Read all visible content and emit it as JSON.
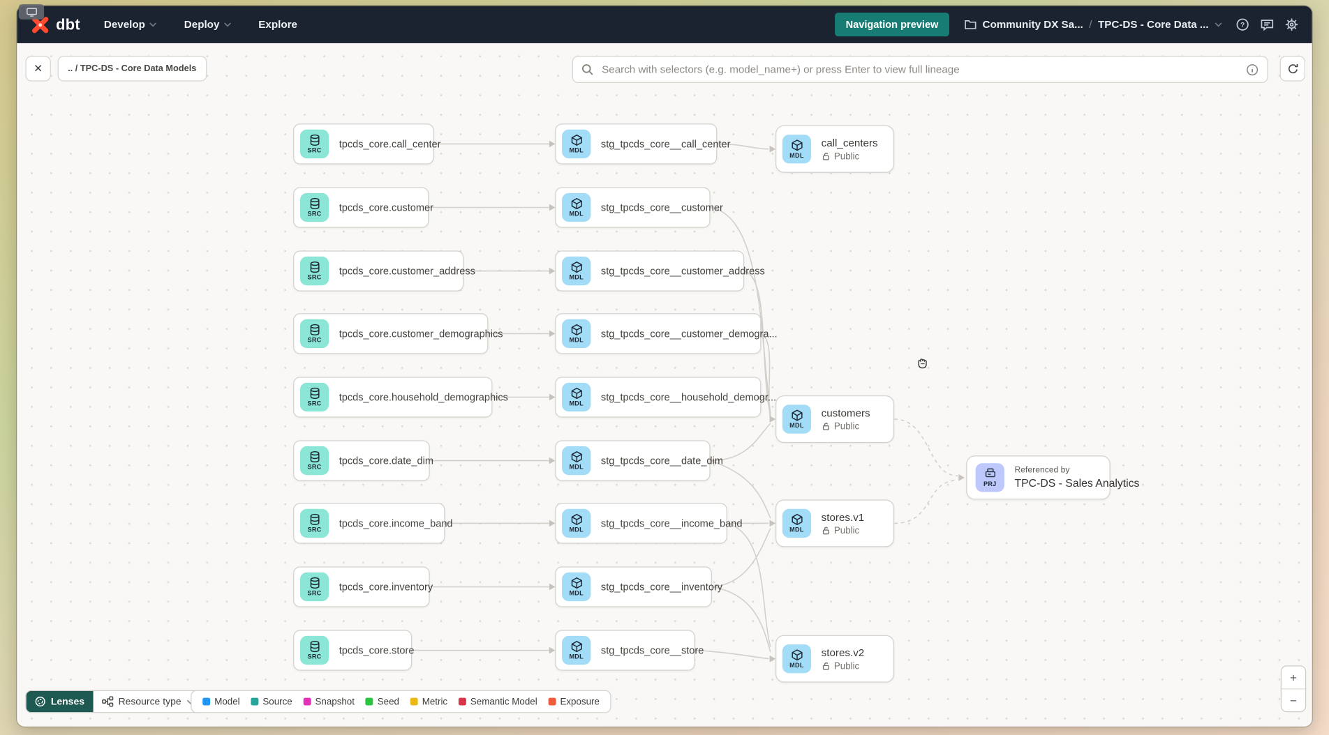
{
  "navbar": {
    "logo_text": "dbt",
    "menus": [
      {
        "label": "Develop",
        "has_chevron": true
      },
      {
        "label": "Deploy",
        "has_chevron": true
      },
      {
        "label": "Explore",
        "has_chevron": false
      }
    ],
    "preview_button_label": "Navigation preview",
    "breadcrumb": {
      "account": "Community DX Sa...",
      "separator": "/",
      "project": "TPC-DS - Core Data ..."
    }
  },
  "toolbar": {
    "close_label": "×",
    "path_chip": ".. / TPC-DS - Core Data Models",
    "search_placeholder": "Search with selectors (e.g. model_name+) or press Enter to view full lineage"
  },
  "graph": {
    "badge_labels": {
      "source": "SRC",
      "model": "MDL",
      "project": "PRJ"
    },
    "sources": [
      {
        "label": "tpcds_core.call_center",
        "icon": "database-icon"
      },
      {
        "label": "tpcds_core.customer",
        "icon": "database-icon"
      },
      {
        "label": "tpcds_core.customer_address",
        "icon": "database-icon"
      },
      {
        "label": "tpcds_core.customer_demographics",
        "icon": "database-icon"
      },
      {
        "label": "tpcds_core.household_demographics",
        "icon": "database-icon"
      },
      {
        "label": "tpcds_core.date_dim",
        "icon": "database-icon"
      },
      {
        "label": "tpcds_core.income_band",
        "icon": "database-icon"
      },
      {
        "label": "tpcds_core.inventory",
        "icon": "database-icon"
      },
      {
        "label": "tpcds_core.store",
        "icon": "database-icon"
      }
    ],
    "staging": [
      {
        "label": "stg_tpcds_core__call_center",
        "icon": "cube-icon"
      },
      {
        "label": "stg_tpcds_core__customer",
        "icon": "cube-icon"
      },
      {
        "label": "stg_tpcds_core__customer_address",
        "icon": "cube-icon"
      },
      {
        "label": "stg_tpcds_core__customer_demogra...",
        "icon": "cube-icon"
      },
      {
        "label": "stg_tpcds_core__household_demogr...",
        "icon": "cube-icon"
      },
      {
        "label": "stg_tpcds_core__date_dim",
        "icon": "cube-icon"
      },
      {
        "label": "stg_tpcds_core__income_band",
        "icon": "cube-icon"
      },
      {
        "label": "stg_tpcds_core__inventory",
        "icon": "cube-icon"
      },
      {
        "label": "stg_tpcds_core__store",
        "icon": "cube-icon"
      }
    ],
    "public_models": [
      {
        "label": "call_centers",
        "visibility": "Public",
        "icon": "cube-icon"
      },
      {
        "label": "customers",
        "visibility": "Public",
        "icon": "cube-icon"
      },
      {
        "label": "stores.v1",
        "visibility": "Public",
        "icon": "cube-icon"
      },
      {
        "label": "stores.v2",
        "visibility": "Public",
        "icon": "cube-icon"
      }
    ],
    "project_node": {
      "caption": "Referenced by",
      "label": "TPC-DS - Sales Analytics",
      "icon": "project-icon"
    }
  },
  "legend": {
    "lenses_label": "Lenses",
    "resource_type_label": "Resource type",
    "items": [
      {
        "label": "Model",
        "color": "#2196f3"
      },
      {
        "label": "Source",
        "color": "#26a69a"
      },
      {
        "label": "Snapshot",
        "color": "#e332b8"
      },
      {
        "label": "Seed",
        "color": "#29c53f"
      },
      {
        "label": "Metric",
        "color": "#eab916"
      },
      {
        "label": "Semantic Model",
        "color": "#d93449"
      },
      {
        "label": "Exposure",
        "color": "#ef5b3b"
      }
    ]
  },
  "zoom_controls": {
    "zoom_in": "+",
    "zoom_out": "−"
  }
}
